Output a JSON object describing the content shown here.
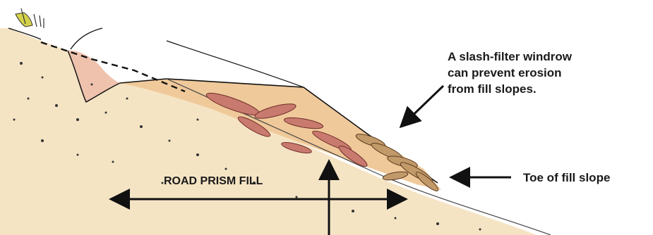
{
  "annotation": {
    "lines": [
      "A slash-filter windrow",
      "can prevent erosion",
      "from fill slopes."
    ]
  },
  "toe_label": "Toe of fill slope",
  "prism_label": "ROAD PRISM FILL",
  "colors": {
    "ground": "#f5e4c4",
    "fill": "#f0c99a",
    "slash": "#c97a6e",
    "slash_stroke": "#6e2e2a",
    "windrow": "#c29a6a",
    "grass": "#d4d24a",
    "ink": "#111111"
  }
}
